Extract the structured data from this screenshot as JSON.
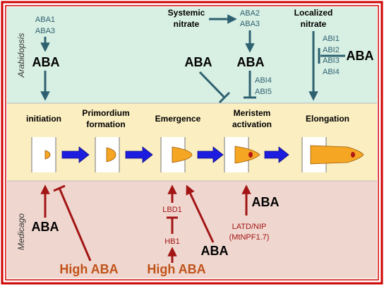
{
  "colors": {
    "frame": "#d00000",
    "panel_top": "#d8efe3",
    "panel_mid": "#fbeec1",
    "panel_bottom": "#efd7cf",
    "teal": "#2e6170",
    "teal_text": "#2e6170",
    "red": "#a31515",
    "orange_text": "#c0531a",
    "arrow_blue": "#1d1de0",
    "root_fill": "#f5a623",
    "root_tip": "#b01818"
  },
  "top": {
    "species": "Arabidopsis",
    "col1": {
      "genes": [
        "ABA1",
        "ABA3"
      ],
      "aba": "ABA"
    },
    "systemic": {
      "line1": "Systemic",
      "line2": "nitrate"
    },
    "col3": {
      "genes": [
        "ABA2",
        "ABA3"
      ],
      "aba": "ABA",
      "inhib_genes": [
        "ABI4",
        "ABI5"
      ]
    },
    "col2_aba": "ABA",
    "localized": {
      "line1": "Localized",
      "line2": "nitrate"
    },
    "abi_genes": [
      "ABI1",
      "ABI2",
      "ABI3",
      "ABI4"
    ],
    "abi_aba": "ABA"
  },
  "stages": {
    "initiation": "initiation",
    "primordium_1": "Primordium",
    "primordium_2": "formation",
    "emergence": "Emergence",
    "meristem_1": "Meristem",
    "meristem_2": "activation",
    "elongation": "Elongation"
  },
  "bottom": {
    "species": "Medicago",
    "aba_left": "ABA",
    "high_aba_1": "High ABA",
    "lbd1": "LBD1",
    "hb1": "HB1",
    "high_aba_2": "High ABA",
    "aba_mid": "ABA",
    "latd_1": "LATD/NIP",
    "latd_2": "(MtNPF1.7)",
    "aba_right": "ABA"
  }
}
